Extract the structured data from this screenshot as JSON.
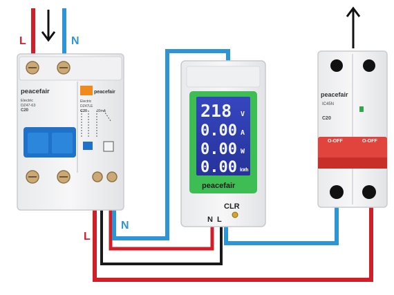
{
  "wire_labels": {
    "top_left_L": "L",
    "top_left_N": "N",
    "bottom_L": "L",
    "bottom_N": "N"
  },
  "rcbo": {
    "brand_left": "peacefair",
    "brand_right": "peacefair",
    "left_lines": [
      "Electric",
      "DZ47-63",
      "C20"
    ],
    "right_lines": [
      "Electric",
      "DZ47LE",
      "C20",
      "30mA"
    ]
  },
  "meter": {
    "voltage_value": "218",
    "voltage_unit": "V",
    "current_value": "0.00",
    "current_unit": "A",
    "power_value": "0.00",
    "power_unit": "W",
    "energy_value": "0.00",
    "energy_unit": "kWh",
    "brand": "peacefair",
    "clr_label": "CLR",
    "terminal_n": "N",
    "terminal_l": "L"
  },
  "breaker": {
    "brand": "peacefair",
    "model": "IC45N",
    "rating": "C20",
    "off_label_left": "O-OFF",
    "off_label_right": "O-OFF"
  },
  "colors": {
    "line_red": "#d11f2a",
    "neutral_blue": "#2b95d6",
    "wire_black": "#1a1a1a",
    "lcd_bg": "#2f3db0",
    "lcd_frame": "#3ebd55",
    "breaker_red": "#e0443c",
    "rcbo_blue": "#1f72c7",
    "rcbo_orange": "#f08a1c"
  }
}
